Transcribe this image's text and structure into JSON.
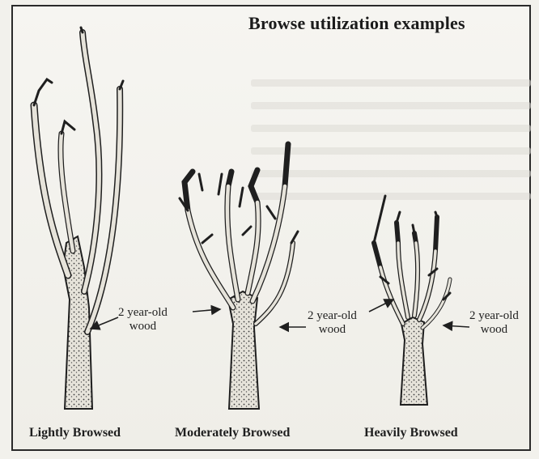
{
  "title": "Browse utilization examples",
  "trees": [
    {
      "caption": "Lightly Browsed",
      "label_line1": "2 year-old",
      "label_line2": "wood"
    },
    {
      "caption": "Moderately Browsed",
      "label_line1": "2 year-old",
      "label_line2": "wood"
    },
    {
      "caption": "Heavily Browsed",
      "label_line1": "2 year-old",
      "label_line2": "wood"
    }
  ],
  "colors": {
    "ink": "#1f1f1f",
    "paper": "#f2f1ec",
    "bark": "#e6e3da"
  }
}
